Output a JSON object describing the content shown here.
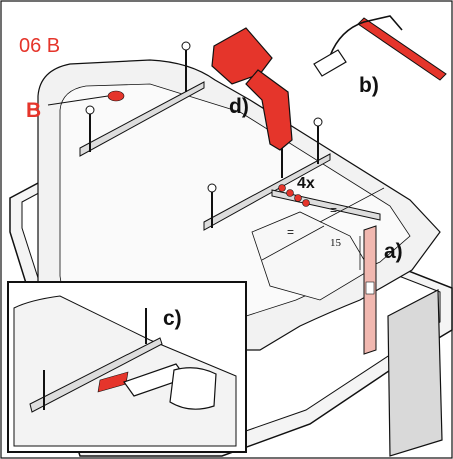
{
  "step_label": "06 B",
  "point_label": "B",
  "callouts": {
    "a": "a)",
    "b": "b)",
    "c": "c)",
    "d": "d)"
  },
  "quantity": "4x",
  "dimension": "15",
  "equal_marks": [
    "=",
    "="
  ],
  "colors": {
    "accent": "#e5352b",
    "tub": "#f2f2f2",
    "line": "#111111",
    "wood": "#f1b8b0",
    "panel": "#d9d9d9"
  }
}
